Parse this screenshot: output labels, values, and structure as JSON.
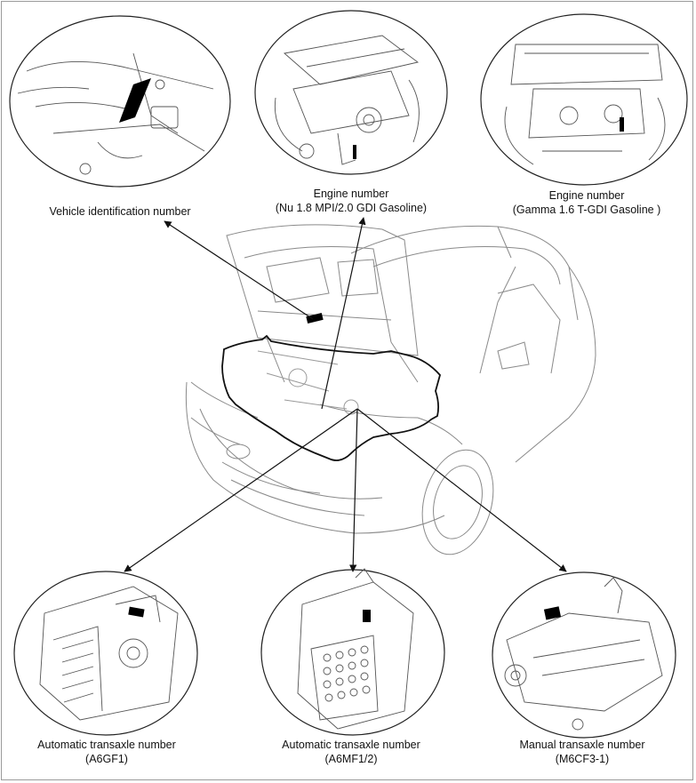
{
  "labels": {
    "vin": {
      "line1": "Vehicle identification number"
    },
    "engine_nu": {
      "line1": "Engine number",
      "line2": "(Nu 1.8 MPI/2.0 GDI Gasoline)"
    },
    "engine_gamma": {
      "line1": "Engine number",
      "line2": "(Gamma 1.6 T-GDI Gasoline )"
    },
    "trans_a6gf1": {
      "line1": "Automatic transaxle number",
      "line2": "(A6GF1)"
    },
    "trans_a6mf": {
      "line1": "Automatic transaxle number",
      "line2": "(A6MF1/2)"
    },
    "trans_m6cf3": {
      "line1": "Manual transaxle number",
      "line2": "(M6CF3-1)"
    }
  },
  "colors": {
    "line": "#222222",
    "marker": "#000000",
    "frame": "#9a9a9a"
  }
}
